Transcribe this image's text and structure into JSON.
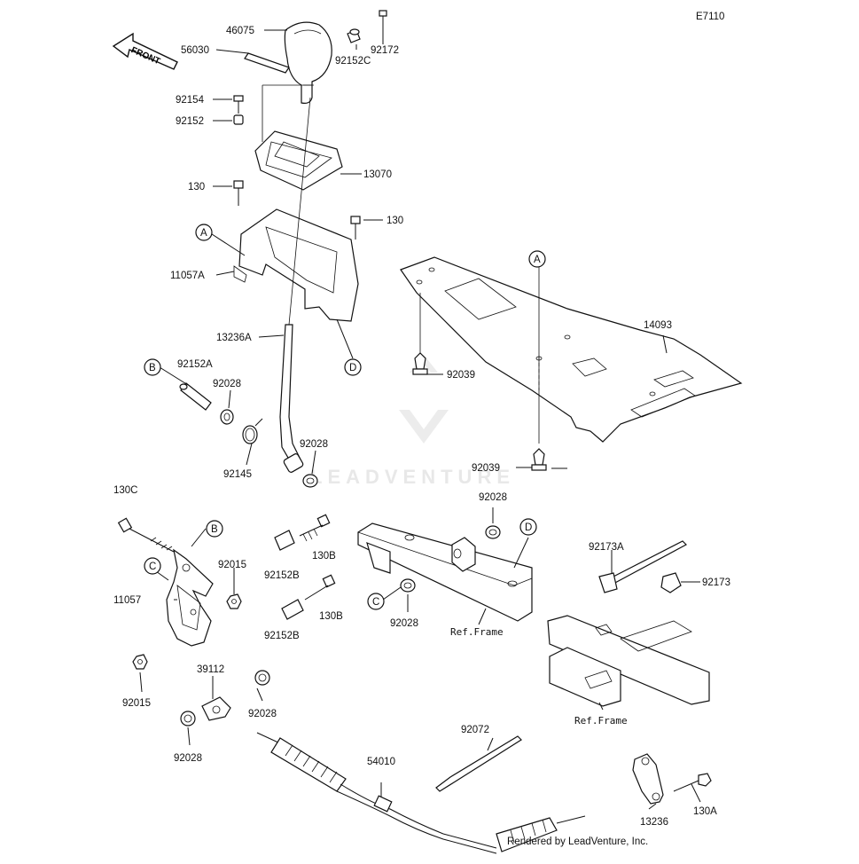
{
  "diagram_code": "E7110",
  "front_label": "FRONT",
  "watermark_text": "LEADVENTURE",
  "footer": "Rendered by LeadVenture, Inc.",
  "ref_frame_label": "Ref.Frame",
  "callouts": {
    "a": "A",
    "b": "B",
    "c": "C",
    "d": "D"
  },
  "parts": {
    "p46075": "46075",
    "p56030": "56030",
    "p92172": "92172",
    "p92152c": "92152C",
    "p92154": "92154",
    "p92152": "92152",
    "p13070": "13070",
    "p130_a": "130",
    "p130_b": "130",
    "p11057a": "11057A",
    "p13236a": "13236A",
    "p14093": "14093",
    "p92039_a": "92039",
    "p92039_b": "92039",
    "p92152a": "92152A",
    "p92028_a": "92028",
    "p92028_b": "92028",
    "p92145": "92145",
    "p130c": "130C",
    "p92015_a": "92015",
    "p92152b_a": "92152B",
    "p130b_a": "130B",
    "p11057": "11057",
    "p130b_b": "130B",
    "p92152b_b": "92152B",
    "p92015_b": "92015",
    "p39112": "39112",
    "p92028_c": "92028",
    "p92028_d": "92028",
    "p92028_e": "92028",
    "p92028_f": "92028",
    "p92173a": "92173A",
    "p92173": "92173",
    "p92072": "92072",
    "p54010": "54010",
    "p13236": "13236",
    "p130a": "130A"
  }
}
